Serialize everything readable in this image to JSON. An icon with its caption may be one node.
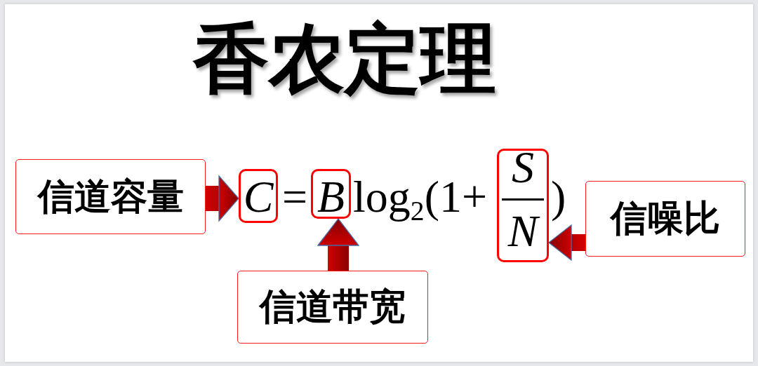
{
  "diagram": {
    "title": "香农定理",
    "nodes": [
      {
        "text": [
          "信道容量"
        ]
      },
      {
        "text": [
          "C"
        ]
      },
      {
        "text": [
          "B"
        ]
      },
      {
        "text": [
          "S",
          "N"
        ]
      },
      {
        "text": [
          "信噪比"
        ]
      },
      {
        "text": [
          "信道带宽"
        ]
      }
    ],
    "edges": [
      {
        "from": 0,
        "to": 1,
        "arrow": "to"
      },
      {
        "from": 5,
        "to": 2,
        "arrow": "to"
      },
      {
        "from": 4,
        "to": 3,
        "arrow": "to"
      }
    ],
    "labels": [
      "=",
      "log$_{2}$(1+",
      ")"
    ]
  }
}
